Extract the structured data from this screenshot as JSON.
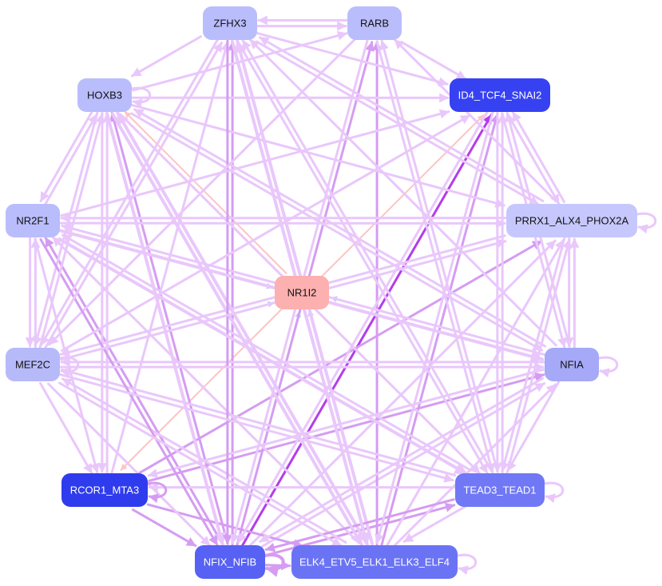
{
  "nodes": [
    {
      "id": "ZFHX3",
      "label": "ZFHX3",
      "fill": "#babdfc",
      "text": "#111111"
    },
    {
      "id": "RARB",
      "label": "RARB",
      "fill": "#babdfc",
      "text": "#111111"
    },
    {
      "id": "HOXB3",
      "label": "HOXB3",
      "fill": "#babdfc",
      "text": "#111111"
    },
    {
      "id": "ID4_TCF4_SNAI2",
      "label": "ID4_TCF4_SNAI2",
      "fill": "#3642f2",
      "text": "#ffffff"
    },
    {
      "id": "NR2F1",
      "label": "NR2F1",
      "fill": "#babdfc",
      "text": "#111111"
    },
    {
      "id": "PRRX1_ALX4_PHOX2A",
      "label": "PRRX1_ALX4_PHOX2A",
      "fill": "#c6c8fd",
      "text": "#111111"
    },
    {
      "id": "NR1I2",
      "label": "NR1I2",
      "fill": "#fcb0b0",
      "text": "#111111"
    },
    {
      "id": "MEF2C",
      "label": "MEF2C",
      "fill": "#b7baf9",
      "text": "#111111"
    },
    {
      "id": "NFIA",
      "label": "NFIA",
      "fill": "#a5a9f8",
      "text": "#111111"
    },
    {
      "id": "RCOR1_MTA3",
      "label": "RCOR1_MTA3",
      "fill": "#2f3ced",
      "text": "#ffffff"
    },
    {
      "id": "TEAD3_TEAD1",
      "label": "TEAD3_TEAD1",
      "fill": "#7078f5",
      "text": "#ffffff"
    },
    {
      "id": "NFIX_NFIB",
      "label": "NFIX_NFIB",
      "fill": "#5761f3",
      "text": "#ffffff"
    },
    {
      "id": "ELK4_ETV5_ELK1_ELK3_ELF4",
      "label": "ELK4_ETV5_ELK1_ELK3_ELF4",
      "fill": "#6b73f5",
      "text": "#ffffff"
    }
  ],
  "edge_colors": {
    "light_violet": "#e9c7fb",
    "violet": "#d59cf2",
    "purple": "#b43cec",
    "salmon": "#fdc4c4",
    "light_blue": "#c6cdf6"
  },
  "edges": [
    {
      "from": "NR1I2",
      "to": "ZFHX3",
      "color": "light_blue",
      "w": 2
    },
    {
      "from": "NR1I2",
      "to": "RARB",
      "color": "light_blue",
      "w": 2
    },
    {
      "from": "NR1I2",
      "to": "HOXB3",
      "color": "salmon",
      "w": 2
    },
    {
      "from": "NR1I2",
      "to": "ID4_TCF4_SNAI2",
      "color": "salmon",
      "w": 2
    },
    {
      "from": "NR1I2",
      "to": "NR2F1",
      "color": "salmon",
      "w": 2
    },
    {
      "from": "NR1I2",
      "to": "PRRX1_ALX4_PHOX2A",
      "color": "salmon",
      "w": 2
    },
    {
      "from": "NR1I2",
      "to": "RCOR1_MTA3",
      "color": "salmon",
      "w": 2
    },
    {
      "from": "NR1I2",
      "to": "NFIX_NFIB",
      "color": "salmon",
      "w": 2
    },
    {
      "from": "NR1I2",
      "to": "TEAD3_TEAD1",
      "color": "salmon",
      "w": 2
    },
    {
      "from": "NR1I2",
      "to": "NFIA",
      "color": "salmon",
      "w": 2
    },
    {
      "from": "NR1I2",
      "to": "ELK4_ETV5_ELK1_ELK3_ELF4",
      "color": "salmon",
      "w": 2
    },
    {
      "from": "NR2F1",
      "to": "NR1I2",
      "color": "light_blue",
      "w": 2
    },
    {
      "from": "MEF2C",
      "to": "NR1I2",
      "color": "light_blue",
      "w": 2
    },
    {
      "from": "NFIA",
      "to": "NR1I2",
      "color": "light_blue",
      "w": 2
    },
    {
      "from": "ELK4_ETV5_ELK1_ELK3_ELF4",
      "to": "NR1I2",
      "color": "light_blue",
      "w": 2
    },
    {
      "from": "NFIX_NFIB",
      "to": "NR1I2",
      "color": "light_blue",
      "w": 2
    },
    {
      "from": "NFIX_NFIB",
      "to": "ID4_TCF4_SNAI2",
      "color": "purple",
      "w": 3
    },
    {
      "from": "NFIX_NFIB",
      "to": "RARB",
      "color": "violet",
      "w": 3
    },
    {
      "from": "NFIX_NFIB",
      "to": "ZFHX3",
      "color": "violet",
      "w": 3
    },
    {
      "from": "NFIX_NFIB",
      "to": "HOXB3",
      "color": "violet",
      "w": 3
    },
    {
      "from": "NFIX_NFIB",
      "to": "NR2F1",
      "color": "violet",
      "w": 3
    },
    {
      "from": "NFIX_NFIB",
      "to": "TEAD3_TEAD1",
      "color": "violet",
      "w": 3
    },
    {
      "from": "NFIX_NFIB",
      "to": "NFIA",
      "color": "light_violet",
      "w": 3
    },
    {
      "from": "NFIX_NFIB",
      "to": "PRRX1_ALX4_PHOX2A",
      "color": "light_violet",
      "w": 3
    },
    {
      "from": "NFIX_NFIB",
      "to": "ELK4_ETV5_ELK1_ELK3_ELF4",
      "color": "violet",
      "w": 3
    },
    {
      "from": "RCOR1_MTA3",
      "to": "NFIX_NFIB",
      "color": "violet",
      "w": 3
    },
    {
      "from": "RCOR1_MTA3",
      "to": "ELK4_ETV5_ELK1_ELK3_ELF4",
      "color": "violet",
      "w": 3
    },
    {
      "from": "RCOR1_MTA3",
      "to": "NFIA",
      "color": "violet",
      "w": 3
    },
    {
      "from": "RCOR1_MTA3",
      "to": "PRRX1_ALX4_PHOX2A",
      "color": "violet",
      "w": 3
    },
    {
      "from": "RCOR1_MTA3",
      "to": "HOXB3",
      "color": "light_violet",
      "w": 3
    },
    {
      "from": "RCOR1_MTA3",
      "to": "ZFHX3",
      "color": "light_violet",
      "w": 3
    },
    {
      "from": "ELK4_ETV5_ELK1_ELK3_ELF4",
      "to": "ZFHX3",
      "color": "light_violet",
      "w": 4
    },
    {
      "from": "ELK4_ETV5_ELK1_ELK3_ELF4",
      "to": "RARB",
      "color": "violet",
      "w": 3
    },
    {
      "from": "ELK4_ETV5_ELK1_ELK3_ELF4",
      "to": "HOXB3",
      "color": "light_violet",
      "w": 4
    },
    {
      "from": "ELK4_ETV5_ELK1_ELK3_ELF4",
      "to": "ID4_TCF4_SNAI2",
      "color": "violet",
      "w": 3
    },
    {
      "from": "ELK4_ETV5_ELK1_ELK3_ELF4",
      "to": "NR2F1",
      "color": "light_violet",
      "w": 3
    },
    {
      "from": "ELK4_ETV5_ELK1_ELK3_ELF4",
      "to": "MEF2C",
      "color": "light_violet",
      "w": 3
    },
    {
      "from": "ELK4_ETV5_ELK1_ELK3_ELF4",
      "to": "NFIA",
      "color": "light_violet",
      "w": 3
    },
    {
      "from": "ELK4_ETV5_ELK1_ELK3_ELF4",
      "to": "PRRX1_ALX4_PHOX2A",
      "color": "light_violet",
      "w": 3
    },
    {
      "from": "TEAD3_TEAD1",
      "to": "NFIX_NFIB",
      "color": "violet",
      "w": 3
    },
    {
      "from": "TEAD3_TEAD1",
      "to": "ZFHX3",
      "color": "light_violet",
      "w": 3
    },
    {
      "from": "TEAD3_TEAD1",
      "to": "RARB",
      "color": "light_violet",
      "w": 3
    },
    {
      "from": "TEAD3_TEAD1",
      "to": "ID4_TCF4_SNAI2",
      "color": "light_violet",
      "w": 3
    },
    {
      "from": "TEAD3_TEAD1",
      "to": "PRRX1_ALX4_PHOX2A",
      "color": "light_violet",
      "w": 3
    },
    {
      "from": "TEAD3_TEAD1",
      "to": "MEF2C",
      "color": "light_violet",
      "w": 3
    },
    {
      "from": "TEAD3_TEAD1",
      "to": "NR2F1",
      "color": "light_violet",
      "w": 3
    },
    {
      "from": "TEAD3_TEAD1",
      "to": "RCOR1_MTA3",
      "color": "light_violet",
      "w": 3
    },
    {
      "from": "TEAD3_TEAD1",
      "to": "ELK4_ETV5_ELK1_ELK3_ELF4",
      "color": "light_violet",
      "w": 3
    },
    {
      "from": "NFIA",
      "to": "ZFHX3",
      "color": "light_violet",
      "w": 3
    },
    {
      "from": "NFIA",
      "to": "HOXB3",
      "color": "light_violet",
      "w": 3
    },
    {
      "from": "NFIA",
      "to": "NR2F1",
      "color": "light_violet",
      "w": 3
    },
    {
      "from": "NFIA",
      "to": "MEF2C",
      "color": "light_violet",
      "w": 3
    },
    {
      "from": "NFIA",
      "to": "RCOR1_MTA3",
      "color": "light_violet",
      "w": 3
    },
    {
      "from": "NFIA",
      "to": "NFIX_NFIB",
      "color": "light_violet",
      "w": 3
    },
    {
      "from": "NFIA",
      "to": "ID4_TCF4_SNAI2",
      "color": "light_violet",
      "w": 3
    },
    {
      "from": "NFIA",
      "to": "PRRX1_ALX4_PHOX2A",
      "color": "light_violet",
      "w": 3
    },
    {
      "from": "NFIA",
      "to": "TEAD3_TEAD1",
      "color": "light_violet",
      "w": 3
    },
    {
      "from": "PRRX1_ALX4_PHOX2A",
      "to": "ZFHX3",
      "color": "light_violet",
      "w": 3
    },
    {
      "from": "PRRX1_ALX4_PHOX2A",
      "to": "RARB",
      "color": "light_violet",
      "w": 3
    },
    {
      "from": "PRRX1_ALX4_PHOX2A",
      "to": "NR2F1",
      "color": "light_violet",
      "w": 3
    },
    {
      "from": "PRRX1_ALX4_PHOX2A",
      "to": "MEF2C",
      "color": "light_violet",
      "w": 3
    },
    {
      "from": "PRRX1_ALX4_PHOX2A",
      "to": "TEAD3_TEAD1",
      "color": "light_violet",
      "w": 3
    },
    {
      "from": "PRRX1_ALX4_PHOX2A",
      "to": "NFIA",
      "color": "light_violet",
      "w": 3
    },
    {
      "from": "PRRX1_ALX4_PHOX2A",
      "to": "ID4_TCF4_SNAI2",
      "color": "light_violet",
      "w": 3
    },
    {
      "from": "ID4_TCF4_SNAI2",
      "to": "TEAD3_TEAD1",
      "color": "light_violet",
      "w": 3
    },
    {
      "from": "ID4_TCF4_SNAI2",
      "to": "PRRX1_ALX4_PHOX2A",
      "color": "light_violet",
      "w": 3
    },
    {
      "from": "ID4_TCF4_SNAI2",
      "to": "ELK4_ETV5_ELK1_ELK3_ELF4",
      "color": "light_violet",
      "w": 3
    },
    {
      "from": "ID4_TCF4_SNAI2",
      "to": "NFIX_NFIB",
      "color": "light_violet",
      "w": 3
    },
    {
      "from": "ID4_TCF4_SNAI2",
      "to": "NFIA",
      "color": "light_violet",
      "w": 3
    },
    {
      "from": "HOXB3",
      "to": "ID4_TCF4_SNAI2",
      "color": "light_violet",
      "w": 3
    },
    {
      "from": "HOXB3",
      "to": "PRRX1_ALX4_PHOX2A",
      "color": "light_violet",
      "w": 3
    },
    {
      "from": "HOXB3",
      "to": "NR2F1",
      "color": "light_violet",
      "w": 3
    },
    {
      "from": "HOXB3",
      "to": "MEF2C",
      "color": "light_violet",
      "w": 3
    },
    {
      "from": "HOXB3",
      "to": "TEAD3_TEAD1",
      "color": "light_violet",
      "w": 3
    },
    {
      "from": "HOXB3",
      "to": "NFIA",
      "color": "light_violet",
      "w": 3
    },
    {
      "from": "HOXB3",
      "to": "ELK4_ETV5_ELK1_ELK3_ELF4",
      "color": "light_violet",
      "w": 4
    },
    {
      "from": "HOXB3",
      "to": "NFIX_NFIB",
      "color": "light_violet",
      "w": 4
    },
    {
      "from": "HOXB3",
      "to": "RCOR1_MTA3",
      "color": "light_violet",
      "w": 3
    },
    {
      "from": "HOXB3",
      "to": "RARB",
      "color": "light_violet",
      "w": 3
    },
    {
      "from": "ZFHX3",
      "to": "HOXB3",
      "color": "light_violet",
      "w": 3
    },
    {
      "from": "ZFHX3",
      "to": "ID4_TCF4_SNAI2",
      "color": "light_violet",
      "w": 3
    },
    {
      "from": "ZFHX3",
      "to": "PRRX1_ALX4_PHOX2A",
      "color": "light_violet",
      "w": 3
    },
    {
      "from": "ZFHX3",
      "to": "NFIX_NFIB",
      "color": "violet",
      "w": 3
    },
    {
      "from": "ZFHX3",
      "to": "TEAD3_TEAD1",
      "color": "light_violet",
      "w": 3
    },
    {
      "from": "ZFHX3",
      "to": "ELK4_ETV5_ELK1_ELK3_ELF4",
      "color": "light_violet",
      "w": 4
    },
    {
      "from": "ZFHX3",
      "to": "MEF2C",
      "color": "light_violet",
      "w": 3
    },
    {
      "from": "ZFHX3",
      "to": "RARB",
      "color": "light_violet",
      "w": 3
    },
    {
      "from": "RARB",
      "to": "ZFHX3",
      "color": "light_violet",
      "w": 3
    },
    {
      "from": "RARB",
      "to": "ID4_TCF4_SNAI2",
      "color": "light_violet",
      "w": 3
    },
    {
      "from": "RARB",
      "to": "TEAD3_TEAD1",
      "color": "light_violet",
      "w": 3
    },
    {
      "from": "RARB",
      "to": "NFIX_NFIB",
      "color": "light_violet",
      "w": 3
    },
    {
      "from": "RARB",
      "to": "MEF2C",
      "color": "light_violet",
      "w": 3
    },
    {
      "from": "NR2F1",
      "to": "ID4_TCF4_SNAI2",
      "color": "light_violet",
      "w": 3
    },
    {
      "from": "NR2F1",
      "to": "PRRX1_ALX4_PHOX2A",
      "color": "light_violet",
      "w": 3
    },
    {
      "from": "NR2F1",
      "to": "NFIA",
      "color": "light_violet",
      "w": 4
    },
    {
      "from": "NR2F1",
      "to": "TEAD3_TEAD1",
      "color": "light_violet",
      "w": 4
    },
    {
      "from": "NR2F1",
      "to": "RCOR1_MTA3",
      "color": "light_violet",
      "w": 3
    },
    {
      "from": "NR2F1",
      "to": "NFIX_NFIB",
      "color": "violet",
      "w": 3
    },
    {
      "from": "NR2F1",
      "to": "MEF2C",
      "color": "light_violet",
      "w": 3
    },
    {
      "from": "NR2F1",
      "to": "HOXB3",
      "color": "light_violet",
      "w": 3
    },
    {
      "from": "MEF2C",
      "to": "ZFHX3",
      "color": "light_violet",
      "w": 3
    },
    {
      "from": "MEF2C",
      "to": "ID4_TCF4_SNAI2",
      "color": "light_violet",
      "w": 3
    },
    {
      "from": "MEF2C",
      "to": "PRRX1_ALX4_PHOX2A",
      "color": "light_violet",
      "w": 3
    },
    {
      "from": "MEF2C",
      "to": "NFIA",
      "color": "light_violet",
      "w": 3
    },
    {
      "from": "MEF2C",
      "to": "TEAD3_TEAD1",
      "color": "light_violet",
      "w": 3
    },
    {
      "from": "MEF2C",
      "to": "NFIX_NFIB",
      "color": "light_violet",
      "w": 3
    },
    {
      "from": "MEF2C",
      "to": "RCOR1_MTA3",
      "color": "light_violet",
      "w": 3
    },
    {
      "from": "MEF2C",
      "to": "ELK4_ETV5_ELK1_ELK3_ELF4",
      "color": "light_violet",
      "w": 3
    },
    {
      "from": "MEF2C",
      "to": "NR2F1",
      "color": "light_violet",
      "w": 3
    },
    {
      "from": "MEF2C",
      "to": "HOXB3",
      "color": "light_violet",
      "w": 3
    }
  ],
  "self_loops": [
    {
      "node": "HOXB3",
      "color": "light_violet",
      "w": 3
    },
    {
      "node": "MEF2C",
      "color": "light_violet",
      "w": 3
    },
    {
      "node": "PRRX1_ALX4_PHOX2A",
      "color": "light_violet",
      "w": 3
    },
    {
      "node": "NFIA",
      "color": "light_violet",
      "w": 3
    },
    {
      "node": "TEAD3_TEAD1",
      "color": "light_violet",
      "w": 3
    },
    {
      "node": "RCOR1_MTA3",
      "color": "violet",
      "w": 3
    },
    {
      "node": "NFIX_NFIB",
      "color": "violet",
      "w": 4
    },
    {
      "node": "ELK4_ETV5_ELK1_ELK3_ELF4",
      "color": "light_violet",
      "w": 3
    }
  ]
}
